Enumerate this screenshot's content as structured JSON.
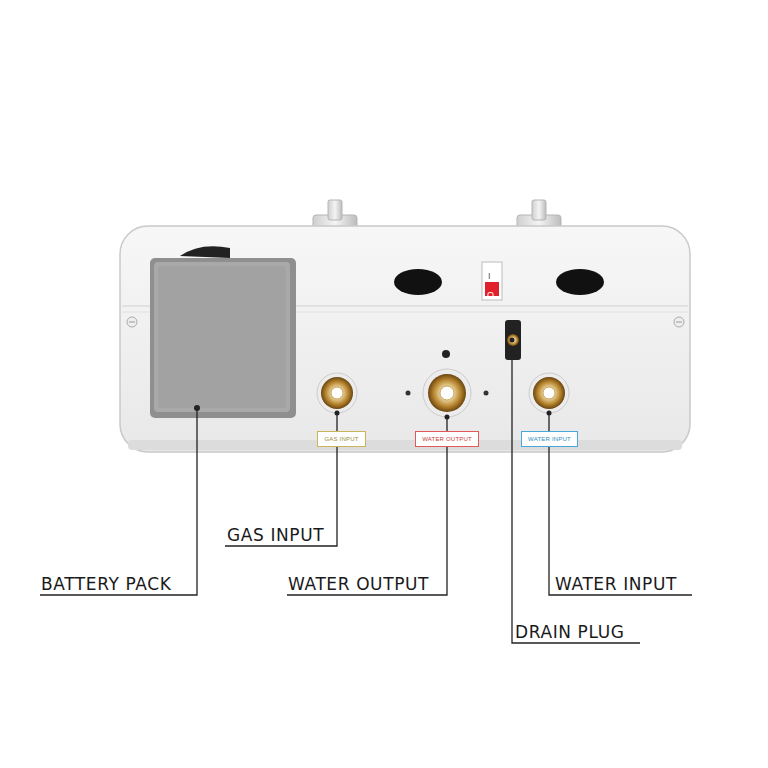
{
  "diagram": {
    "nodes": [
      {
        "text": [
          "GAS INPUT"
        ]
      },
      {
        "text": [
          "WATER OUTPUT"
        ]
      },
      {
        "text": [
          "WATER INPUT"
        ]
      }
    ],
    "labels": [
      "I",
      "O",
      "GAS INPUT",
      "BATTERY PACK",
      "WATER OUTPUT",
      "WATER INPUT",
      "DRAIN PLUG"
    ]
  }
}
